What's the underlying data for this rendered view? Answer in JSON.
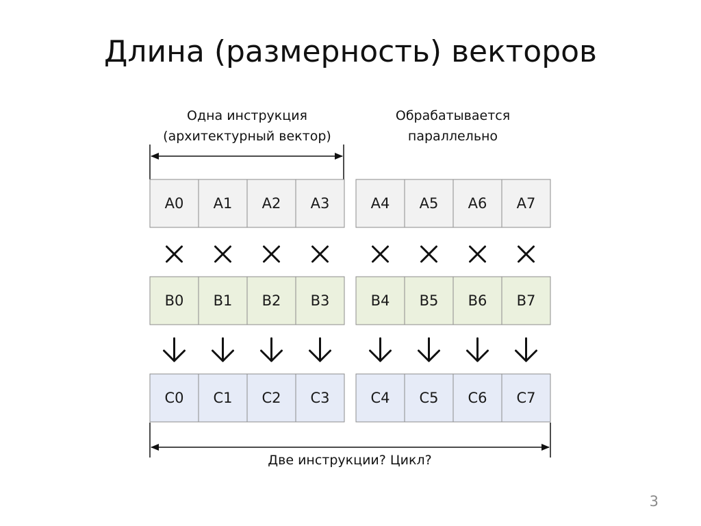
{
  "slide": {
    "title": "Длина (размерность) векторов",
    "page_number": "3"
  },
  "labels": {
    "one_instruction_line1": "Одна инструкция",
    "one_instruction_line2": "(архитектурный вектор)",
    "parallel_line1": "Обрабатывается",
    "parallel_line2": "параллельно",
    "two_instructions": "Две инструкции? Цикл?"
  },
  "vectors": {
    "a": {
      "cells": [
        "A0",
        "A1",
        "A2",
        "A3",
        "A4",
        "A5",
        "A6",
        "A7"
      ],
      "fill": "#f2f2f2"
    },
    "b": {
      "cells": [
        "B0",
        "B1",
        "B2",
        "B3",
        "B4",
        "B5",
        "B6",
        "B7"
      ],
      "fill": "#ebf1de"
    },
    "c": {
      "cells": [
        "C0",
        "C1",
        "C2",
        "C3",
        "C4",
        "C5",
        "C6",
        "C7"
      ],
      "fill": "#e6ebf7"
    }
  },
  "operators": {
    "multiply": "×",
    "result_icon": "arrow-down-icon"
  },
  "colors": {
    "border": "#8c8c8c",
    "text": "#1a1a1a"
  }
}
